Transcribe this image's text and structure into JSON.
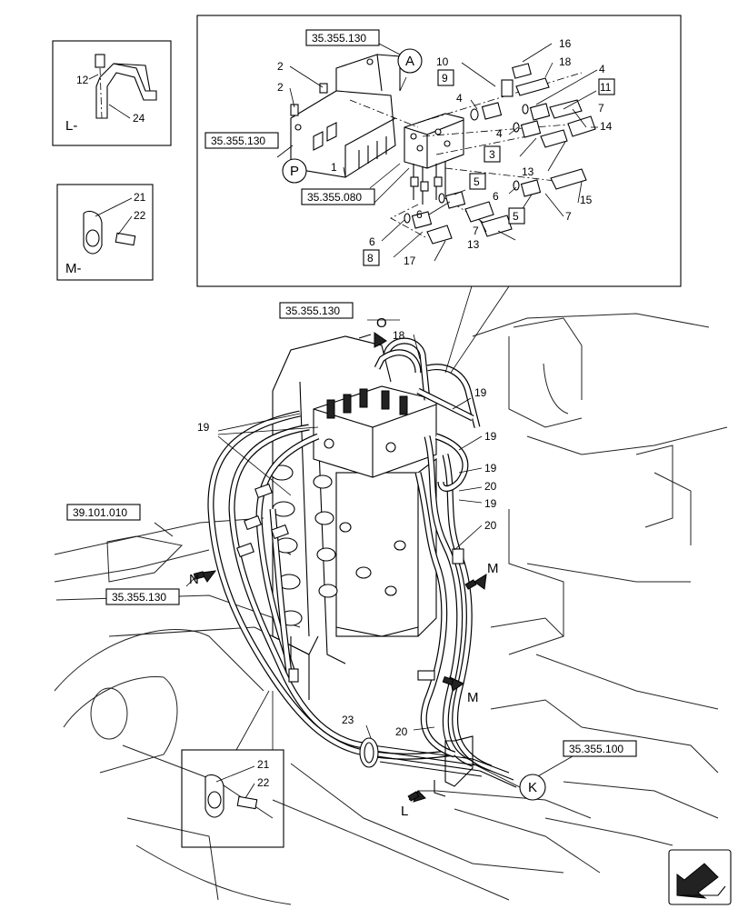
{
  "references": {
    "r_35_355_130_top": "35.355.130",
    "r_35_355_130_p": "35.355.130",
    "r_35_355_080": "35.355.080",
    "r_35_355_130_o": "35.355.130",
    "r_39_101_010": "39.101.010",
    "r_35_355_130_n": "35.355.130",
    "r_35_355_100": "35.355.100"
  },
  "circle_letters": {
    "a": "A",
    "p": "P",
    "k": "K",
    "o": "O"
  },
  "view_letters": {
    "l": "L-",
    "m": "M-",
    "n": "N",
    "m1": "M",
    "m2": "M",
    "l2": "L"
  },
  "detail_l": {
    "n12": "12",
    "n24": "24"
  },
  "detail_m_top": {
    "n21": "21",
    "n22": "22"
  },
  "detail_m_bottom": {
    "n21": "21",
    "n22": "22"
  },
  "valve_detail": {
    "n2a": "2",
    "n2b": "2",
    "n1": "1",
    "n10": "10",
    "n16": "16",
    "n18": "18",
    "n4a": "4",
    "n4b": "4",
    "n4c": "4",
    "n9": "9",
    "n11": "11",
    "n7a": "7",
    "n14": "14",
    "n3": "3",
    "n13a": "13",
    "n5a": "5",
    "n5b": "5",
    "n6a": "6",
    "n6b": "6",
    "n6c": "6",
    "n7b": "7",
    "n7c": "7",
    "n15": "15",
    "n13b": "13",
    "n8": "8",
    "n17": "17"
  },
  "main_view": {
    "n18": "18",
    "n19a": "19",
    "n19b": "19",
    "n19c": "19",
    "n19d": "19",
    "n19e": "19",
    "n20a": "20",
    "n20b": "20",
    "n20c": "20",
    "n23": "23"
  },
  "icons": {
    "corner": "orientation-arrow-icon"
  }
}
